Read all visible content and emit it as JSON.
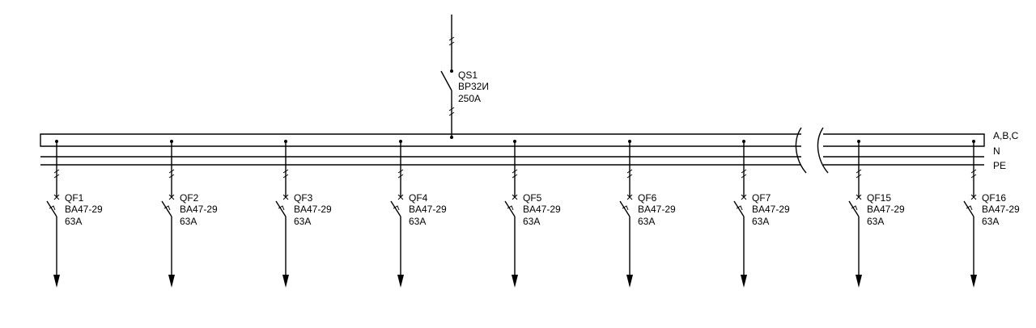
{
  "main_switch": {
    "designation": "QS1",
    "model": "ВР32И",
    "rating": "250A"
  },
  "busbars": {
    "phase_label": "A,B,C",
    "neutral_label": "N",
    "protective_label": "PE"
  },
  "feeders": [
    {
      "designation": "QF1",
      "model": "BA47-29",
      "rating": "63A"
    },
    {
      "designation": "QF2",
      "model": "BA47-29",
      "rating": "63A"
    },
    {
      "designation": "QF3",
      "model": "BA47-29",
      "rating": "63A"
    },
    {
      "designation": "QF4",
      "model": "BA47-29",
      "rating": "63A"
    },
    {
      "designation": "QF5",
      "model": "BA47-29",
      "rating": "63A"
    },
    {
      "designation": "QF6",
      "model": "BA47-29",
      "rating": "63A"
    },
    {
      "designation": "QF7",
      "model": "BA47-29",
      "rating": "63A"
    },
    {
      "designation": "QF15",
      "model": "BA47-29",
      "rating": "63A"
    },
    {
      "designation": "QF16",
      "model": "BA47-29",
      "rating": "63A"
    }
  ]
}
